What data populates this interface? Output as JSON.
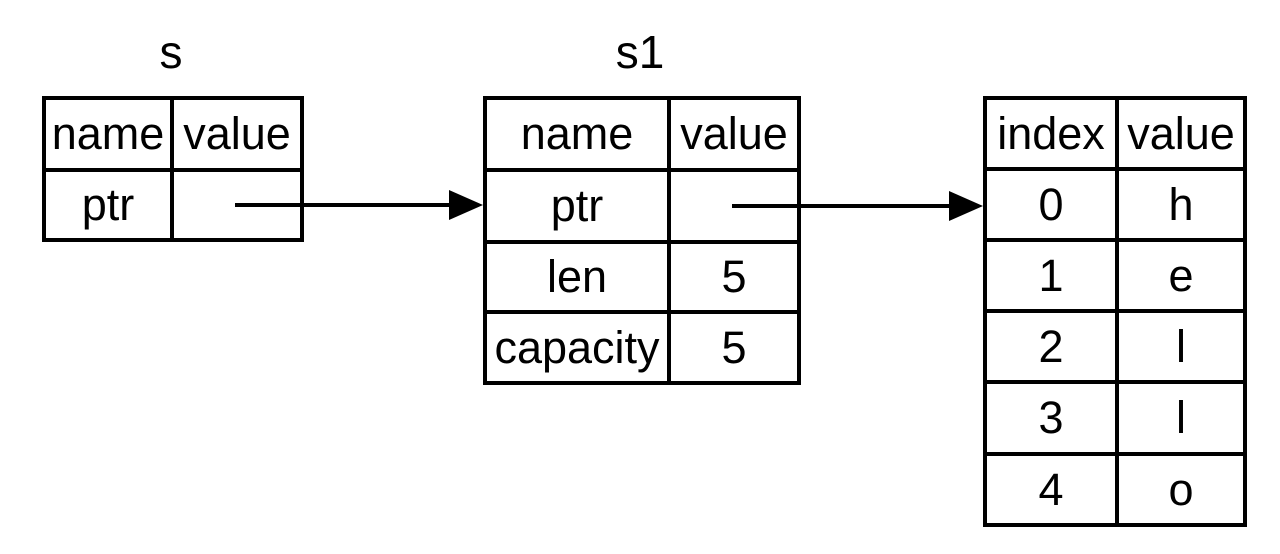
{
  "diagram": {
    "colors": {
      "background": "#ffffff",
      "line": "#000000",
      "text": "#000000"
    },
    "tables": [
      {
        "id": "s",
        "title": "s",
        "headers": [
          "name",
          "value"
        ],
        "rows": [
          [
            "ptr",
            ""
          ]
        ]
      },
      {
        "id": "s1",
        "title": "s1",
        "headers": [
          "name",
          "value"
        ],
        "rows": [
          [
            "ptr",
            ""
          ],
          [
            "len",
            "5"
          ],
          [
            "capacity",
            "5"
          ]
        ]
      },
      {
        "id": "heap-buffer",
        "title": "",
        "headers": [
          "index",
          "value"
        ],
        "rows": [
          [
            "0",
            "h"
          ],
          [
            "1",
            "e"
          ],
          [
            "2",
            "l"
          ],
          [
            "3",
            "l"
          ],
          [
            "4",
            "o"
          ]
        ]
      }
    ],
    "arrows": [
      {
        "name": "s-ptr-to-s1"
      },
      {
        "name": "s1-ptr-to-heap-buffer"
      }
    ]
  }
}
